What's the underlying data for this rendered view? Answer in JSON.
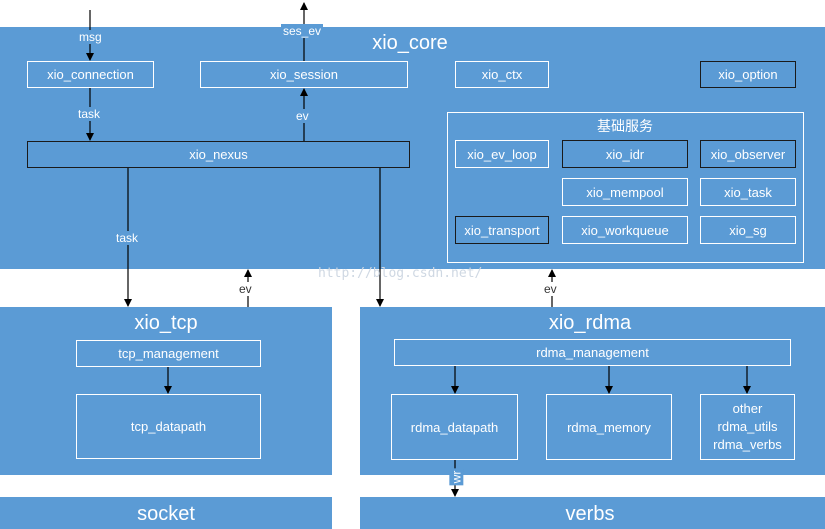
{
  "core": {
    "title": "xio_core",
    "connection": "xio_connection",
    "session": "xio_session",
    "ctx": "xio_ctx",
    "option": "xio_option",
    "nexus": "xio_nexus",
    "services": {
      "title": "基础服务",
      "ev_loop": "xio_ev_loop",
      "idr": "xio_idr",
      "observer": "xio_observer",
      "mempool": "xio_mempool",
      "task": "xio_task",
      "transport": "xio_transport",
      "workqueue": "xio_workqueue",
      "sg": "xio_sg"
    }
  },
  "tcp": {
    "title": "xio_tcp",
    "management": "tcp_management",
    "datapath": "tcp_datapath"
  },
  "rdma": {
    "title": "xio_rdma",
    "management": "rdma_management",
    "datapath": "rdma_datapath",
    "memory": "rdma_memory",
    "other": [
      "other",
      "rdma_utils",
      "rdma_verbs"
    ]
  },
  "socket": {
    "title": "socket"
  },
  "verbs": {
    "title": "verbs"
  },
  "edges": {
    "msg": "msg",
    "ses_ev": "ses_ev",
    "task_top": "task",
    "ev_top": "ev",
    "task_down": "task",
    "ev_tcp": "ev",
    "ev_rdma": "ev",
    "wr": "wr"
  },
  "watermark": "http://blog.csdn.net/"
}
